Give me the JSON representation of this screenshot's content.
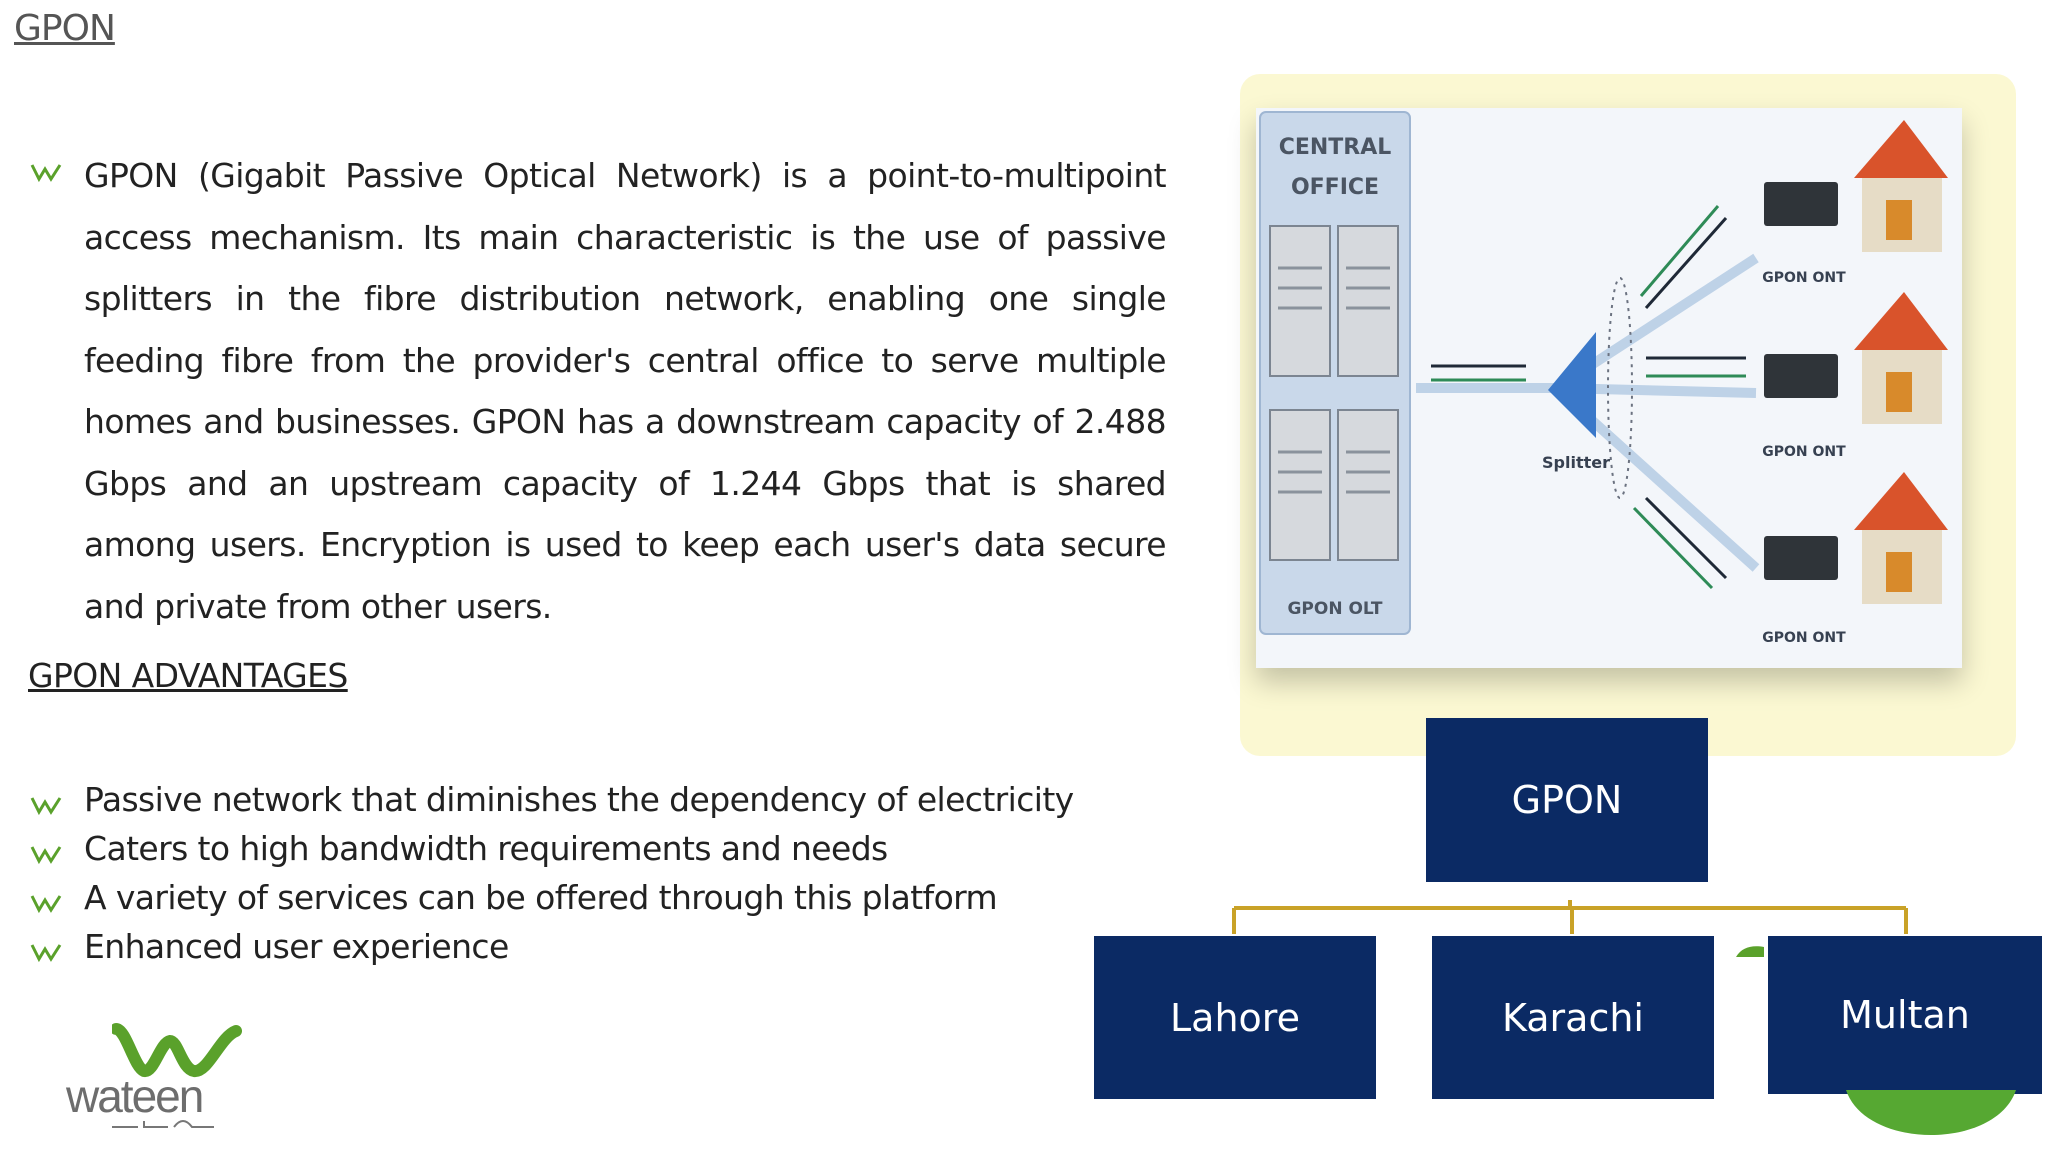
{
  "slide": {
    "title": "GPON",
    "description": "GPON (Gigabit Passive Optical Network) is a point-to-multipoint access mechanism. Its main characteristic is the use of passive splitters in the fibre distribution network, enabling one single feeding fibre from the provider's central office to serve multiple homes and businesses. GPON has a downstream capacity of 2.488 Gbps and an upstream capacity of 1.244 Gbps that is shared among users. Encryption is used to keep each user's data secure and private from other users.",
    "advantages_heading": "GPON  ADVANTAGES",
    "advantages": [
      "Passive network that diminishes the dependency of electricity",
      "Caters to high bandwidth requirements and needs",
      "A variety of services can be offered through this platform",
      "Enhanced user experience"
    ]
  },
  "diagram": {
    "central_office_label_1": "CENTRAL",
    "central_office_label_2": "OFFICE",
    "olt_label": "GPON OLT",
    "splitter_label": "Splitter",
    "ont_label_1": "GPON ONT",
    "ont_label_2": "GPON ONT",
    "ont_label_3": "GPON ONT"
  },
  "org_chart": {
    "root": "GPON",
    "children": [
      "Lahore",
      "Karachi",
      "Multan"
    ]
  },
  "logo": {
    "word": "wateen",
    "urdu_tagline": "جو چاہو"
  },
  "colors": {
    "org_box": "#0b2a64",
    "connector": "#c9a227",
    "logo_green": "#5aa12b",
    "diagram_glow": "#fbf8d2"
  }
}
